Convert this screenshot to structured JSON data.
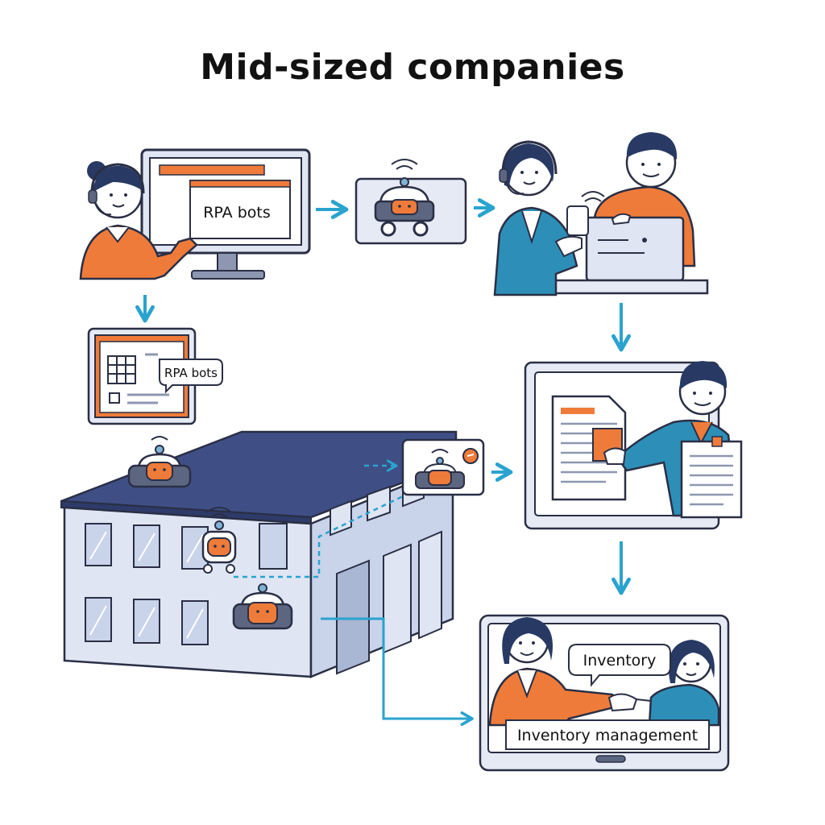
{
  "title": "Mid-sized companies",
  "labels": {
    "monitor_top": "RPA bots",
    "tablet_bubble": "RPA bots",
    "inventory_bubble": "Inventory",
    "inventory_banner": "Inventory management"
  },
  "colors": {
    "outline": "#2a2f45",
    "orange": "#ef7b3a",
    "teal": "#2d8fb8",
    "arrow": "#2aa3cf",
    "navy": "#3f4f86",
    "light_blue": "#e6eaf4",
    "window": "#c9d3ea",
    "hair": "#283a63"
  }
}
